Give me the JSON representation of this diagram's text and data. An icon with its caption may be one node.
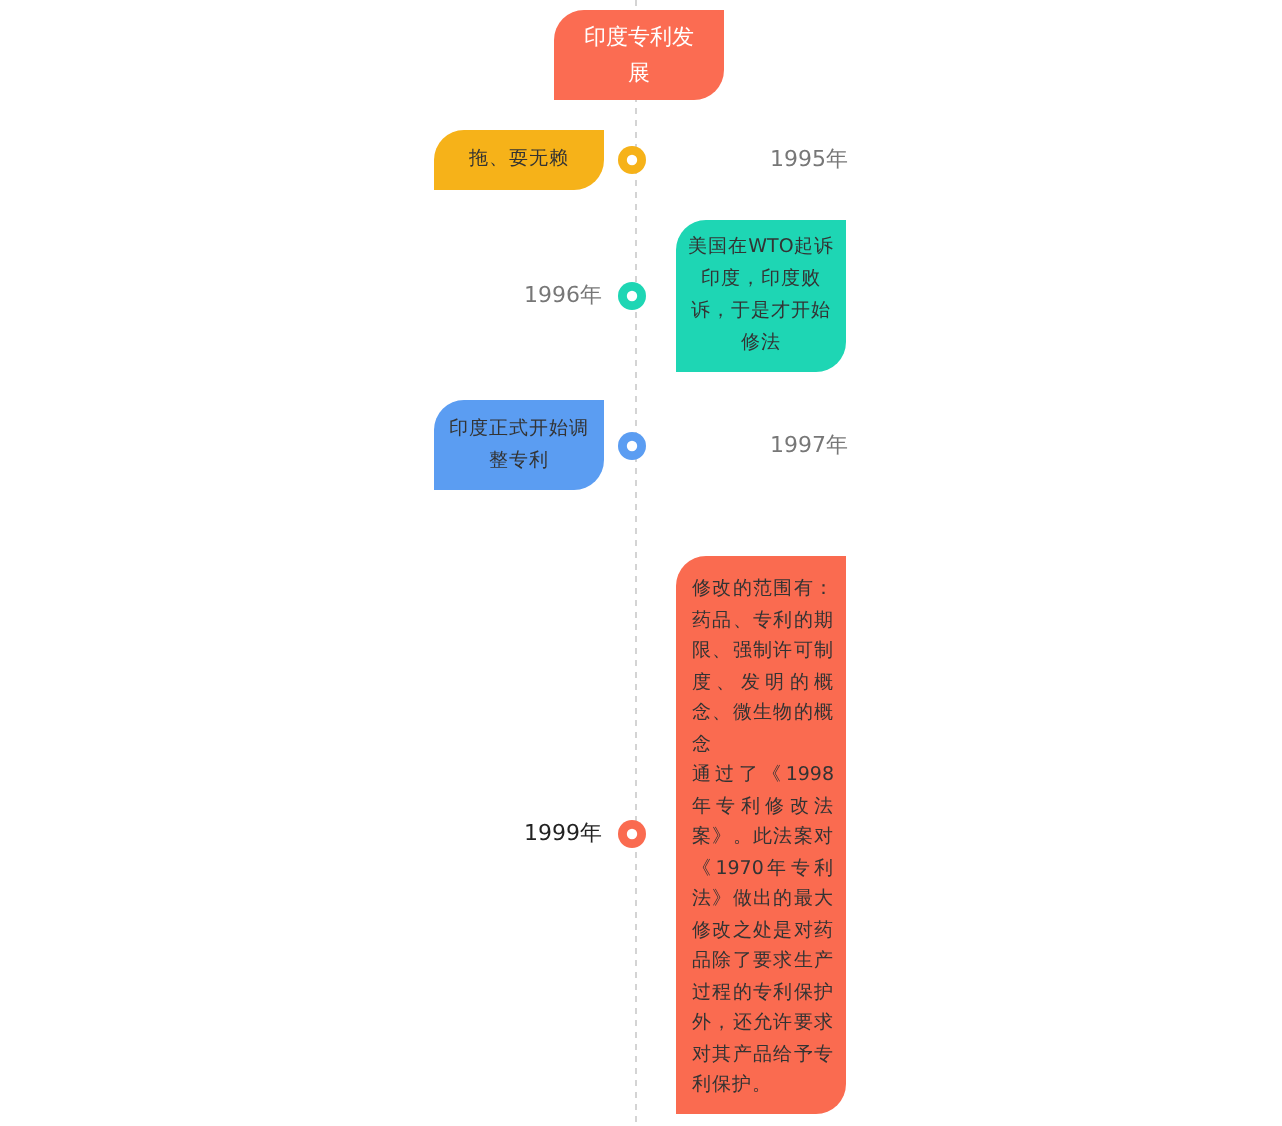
{
  "diagram": {
    "nodes": [
      {
        "text": [
          "印度专利发展"
        ]
      },
      {
        "text": [
          "拖、耍无赖"
        ]
      },
      {
        "text": [
          "美国在WTO起诉印度，印度败诉，于是才开始修法"
        ]
      },
      {
        "text": [
          "印度正式开始调整专利"
        ]
      },
      {
        "text": [
          "修改的范围有：药品、专利的期限、强制许可制度、发明的概念、微生物的概念",
          "通过了《1998年专利修改法案》。此法案对《1970年专利法》做出的最大修改之处是对药品除了要求生产过程的专利保护外，还允许要求对其产品给予专利保护。"
        ]
      }
    ],
    "labels": [
      "1995年",
      "1996年",
      "1997年",
      "1999年"
    ]
  }
}
